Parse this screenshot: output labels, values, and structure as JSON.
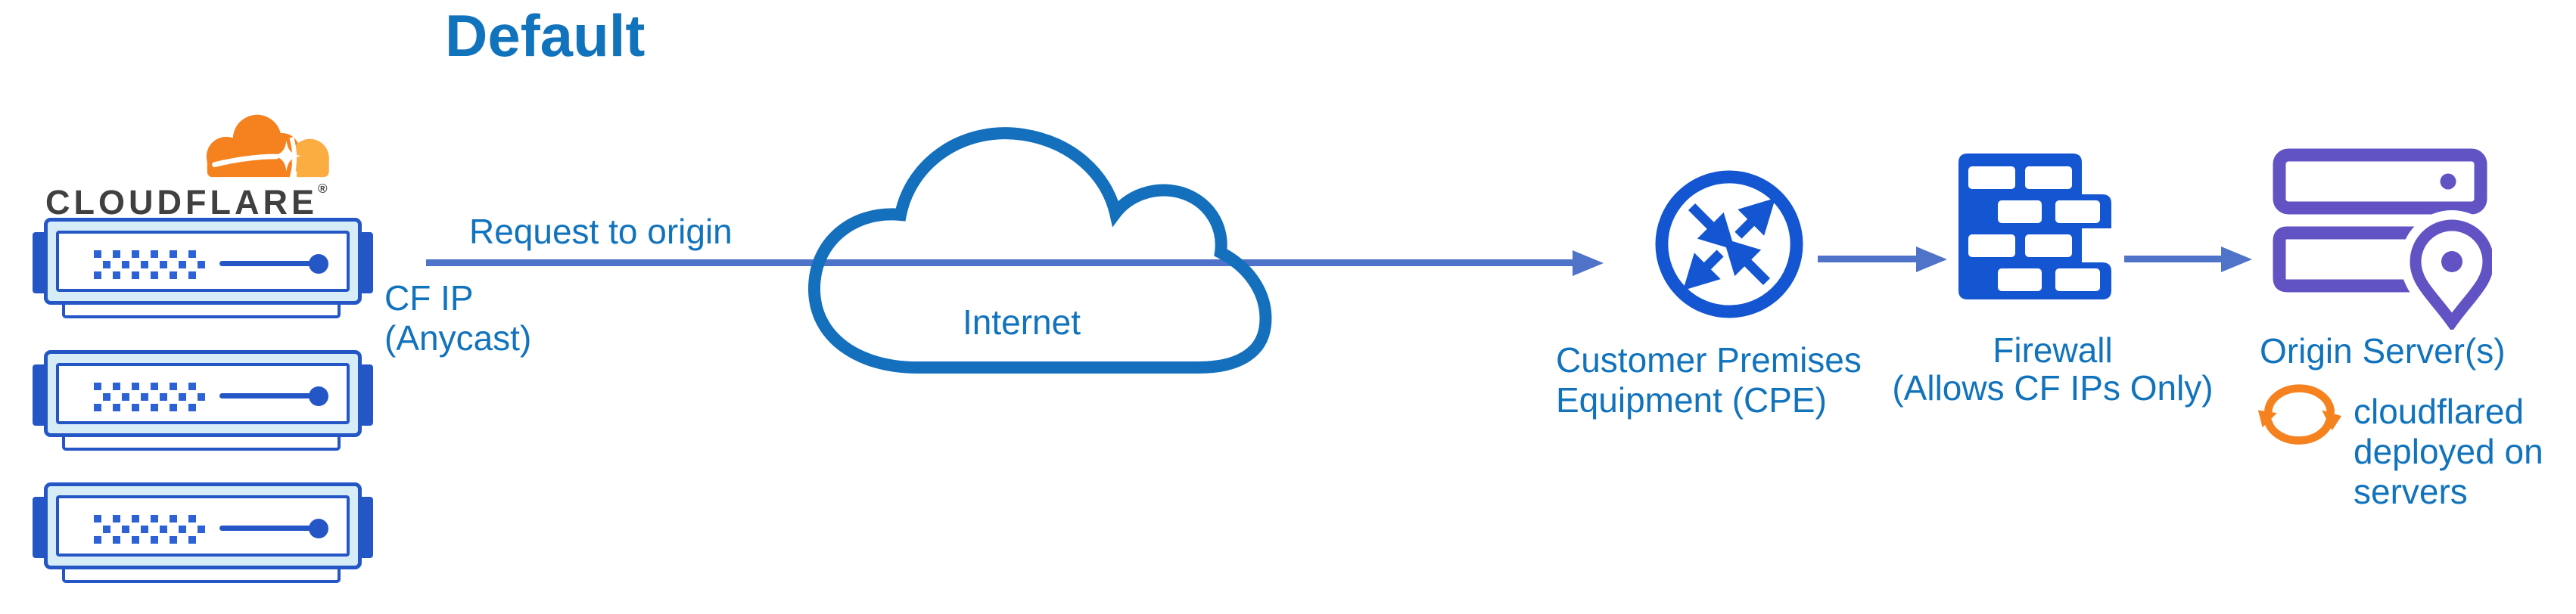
{
  "title": "Default",
  "brand": {
    "wordmark": "CLOUDFLARE",
    "registered_mark": "®"
  },
  "flow": {
    "request_label": "Request to origin",
    "cf_ip_line1": "CF IP",
    "cf_ip_line2": "(Anycast)"
  },
  "internet": {
    "label": "Internet"
  },
  "cpe": {
    "label_line1": "Customer Premises",
    "label_line2": "Equipment (CPE)"
  },
  "firewall": {
    "label_line1": "Firewall",
    "label_line2": "(Allows CF IPs Only)"
  },
  "origin": {
    "label": "Origin Server(s)",
    "note_line1": "cloudflared",
    "note_line2": "deployed on",
    "note_line3": "servers"
  },
  "icons": {
    "cloudflare_logo": "cloudflare-orange-cloud",
    "edge_servers": "server-rack",
    "internet_cloud": "cloud-outline",
    "cpe": "router-circle-arrows",
    "firewall": "brick-wall",
    "origin_servers": "stacked-servers-with-location-pin",
    "cloudflared": "circular-sync-arrows"
  },
  "colors": {
    "label_blue": "#1273bd",
    "arrow_blue": "#4f73c8",
    "icon_blue": "#1455d2",
    "server_blue": "#2456c6",
    "server_fill": "#d6ecf6",
    "cloud_stroke": "#1470bd",
    "origin_purple": "#6153c4",
    "cloudflare_orange": "#f6821f",
    "cloudflare_orange_light": "#fbad41",
    "wordmark_dark": "#404041"
  }
}
